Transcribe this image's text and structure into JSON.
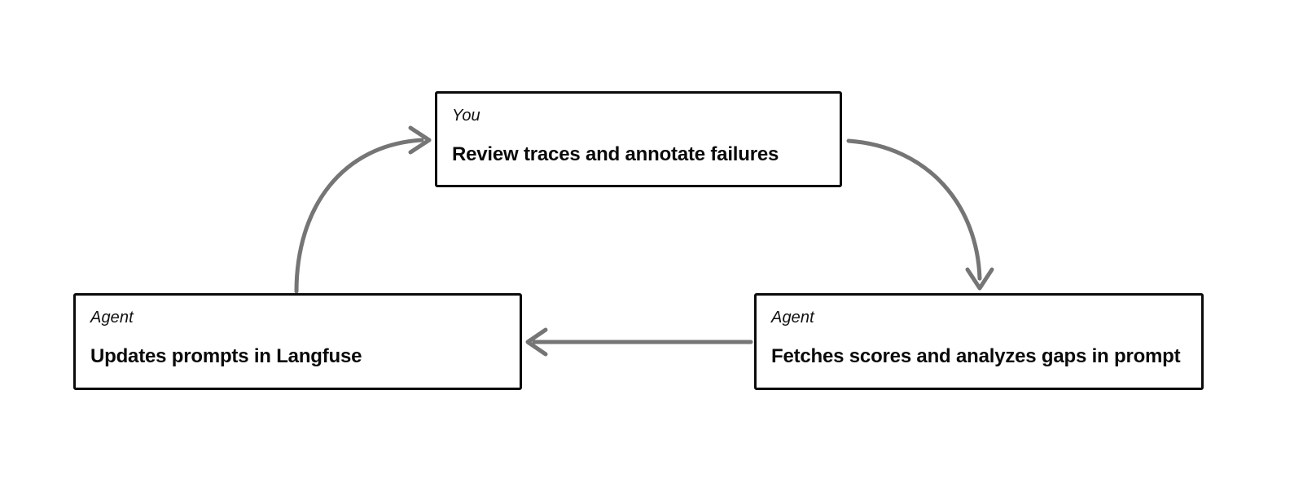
{
  "diagram": {
    "type": "cycle-flow",
    "background_color": "#ffffff",
    "node_border_color": "#0b0b0b",
    "edge_color": "#757575",
    "nodes": [
      {
        "id": "you-review",
        "role": "You",
        "title": "Review traces and annotate failures"
      },
      {
        "id": "agent-fetches",
        "role": "Agent",
        "title": "Fetches scores and analyzes gaps in prompt"
      },
      {
        "id": "agent-updates",
        "role": "Agent",
        "title": "Updates prompts in Langfuse"
      }
    ],
    "edges": [
      {
        "id": "edge-you-to-fetches",
        "from": "you-review",
        "to": "agent-fetches",
        "style": "curved",
        "label": ""
      },
      {
        "id": "edge-fetches-to-updates",
        "from": "agent-fetches",
        "to": "agent-updates",
        "style": "straight",
        "label": ""
      },
      {
        "id": "edge-updates-to-you",
        "from": "agent-updates",
        "to": "you-review",
        "style": "curved",
        "label": ""
      }
    ]
  }
}
